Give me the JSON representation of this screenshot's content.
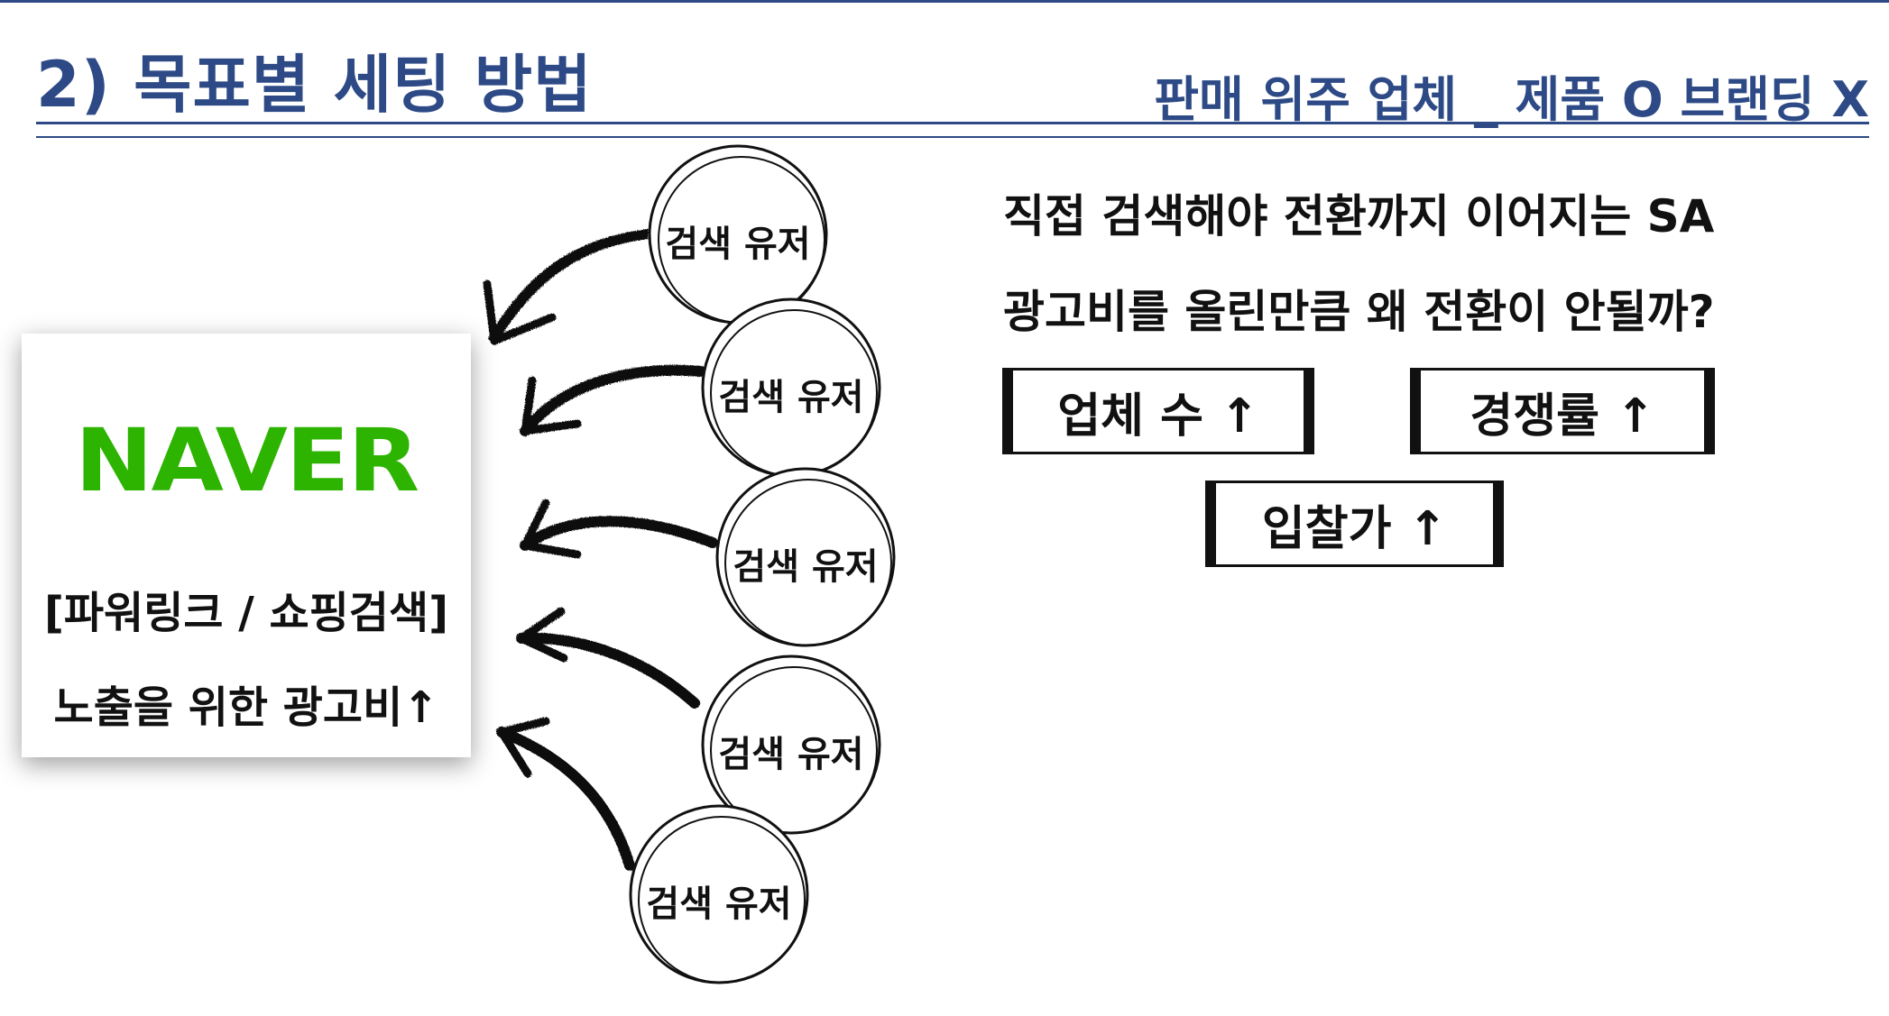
{
  "header": {
    "title": "2) 목표별 세팅 방법",
    "subtitle": "판매 위주 업체 _ 제품 O 브랜딩 X"
  },
  "naver_card": {
    "logo": "NAVER",
    "line1": "[파워링크 / 쇼핑검색]",
    "line2": "노출을 위한 광고비↑",
    "logo_color": "#2db400"
  },
  "search_users": [
    {
      "label": "검색 유저"
    },
    {
      "label": "검색 유저"
    },
    {
      "label": "검색 유저"
    },
    {
      "label": "검색 유저"
    },
    {
      "label": "검색 유저"
    }
  ],
  "question": {
    "line1": "직접 검색해야 전환까지 이어지는 SA",
    "line2": "광고비를 올린만큼 왜 전환이 안될까?"
  },
  "factors": [
    {
      "label": "업체 수 ↑"
    },
    {
      "label": "경쟁률 ↑"
    },
    {
      "label": "입찰가 ↑"
    }
  ],
  "colors": {
    "accent": "#2d4a86",
    "naver_green": "#2db400",
    "text": "#111111"
  }
}
